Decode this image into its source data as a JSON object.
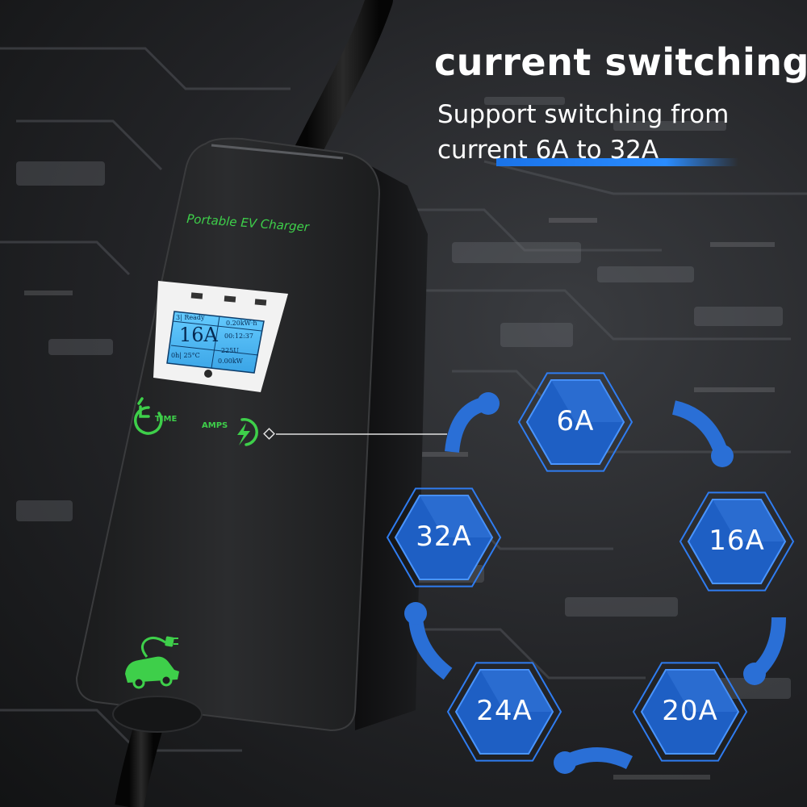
{
  "headline": "current switching",
  "subtitle_line1": "Support switching from",
  "subtitle_line2": "current 6A to 32A",
  "colors": {
    "accent": "#1a73e8",
    "hex_fill": "#1e5fc4",
    "led_green": "#3ecf4a",
    "lcd_blue": "#4fb8f0"
  },
  "device": {
    "brand": "Portable EV Charger",
    "display": {
      "main_value": "16A",
      "status": "3| Ready",
      "energy": "0.20kW·h",
      "time": "00:12:37",
      "voltage": "225U",
      "temp": "0h| 25°C",
      "power": "0.00kW"
    },
    "time_button": {
      "label": "TIME",
      "icon": "clock-icon"
    },
    "amps_button": {
      "label": "AMPS",
      "icon": "lightning-icon"
    },
    "plug_icon": "ev-car-plug-icon"
  },
  "currents": [
    "6A",
    "16A",
    "20A",
    "24A",
    "32A"
  ]
}
